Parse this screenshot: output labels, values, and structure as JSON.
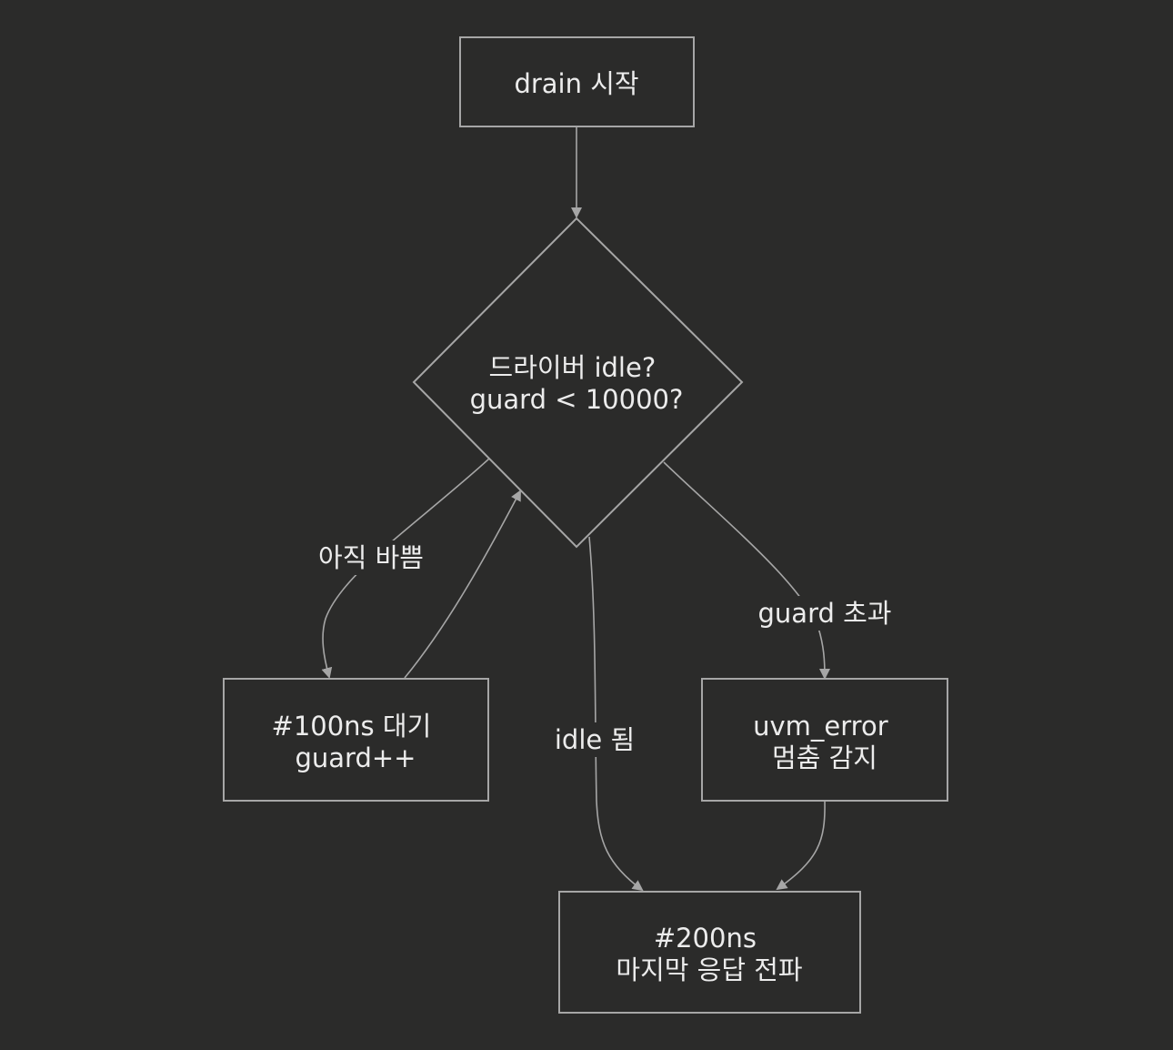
{
  "theme": {
    "background": "#2b2b2a",
    "stroke": "#a6a6a6",
    "text": "#ececec"
  },
  "nodes": {
    "start": {
      "lines": [
        "drain 시작"
      ]
    },
    "decision": {
      "lines": [
        "드라이버 idle?",
        "guard < 10000?"
      ]
    },
    "wait": {
      "lines": [
        "#100ns 대기",
        "guard++"
      ]
    },
    "error": {
      "lines": [
        "uvm_error",
        "멈춤 감지"
      ]
    },
    "final": {
      "lines": [
        "#200ns",
        "마지막 응답 전파"
      ]
    }
  },
  "edges": {
    "busy": {
      "label": "아직 바쁨"
    },
    "idle": {
      "label": "idle 됨"
    },
    "timeout": {
      "label": "guard 초과"
    }
  }
}
